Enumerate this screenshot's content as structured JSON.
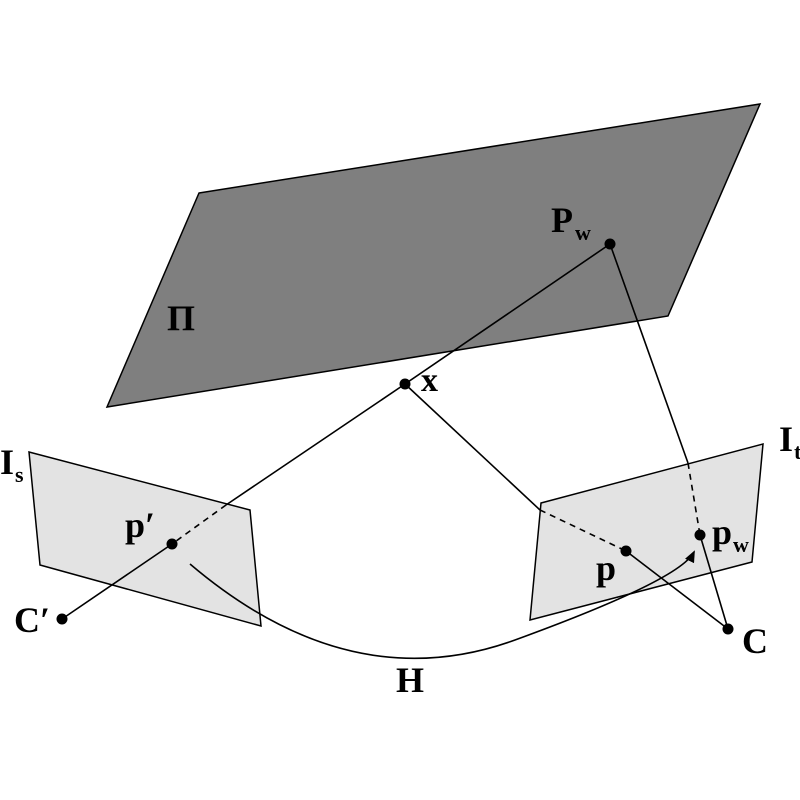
{
  "labels": {
    "plane": "Π",
    "world_point": "P",
    "world_point_sub": "w",
    "intersection": "x",
    "source_image": "I",
    "source_image_sub": "s",
    "target_image": "I",
    "target_image_sub": "t",
    "source_proj": "p′",
    "target_proj": "p",
    "warped_proj": "p",
    "warped_proj_sub": "w",
    "source_camera": "C′",
    "target_camera": "C",
    "homography": "H"
  },
  "colors": {
    "plane_fill": "#7f7f7f",
    "image_fill": "#e3e3e3",
    "stroke": "#000000",
    "background": "#ffffff"
  }
}
